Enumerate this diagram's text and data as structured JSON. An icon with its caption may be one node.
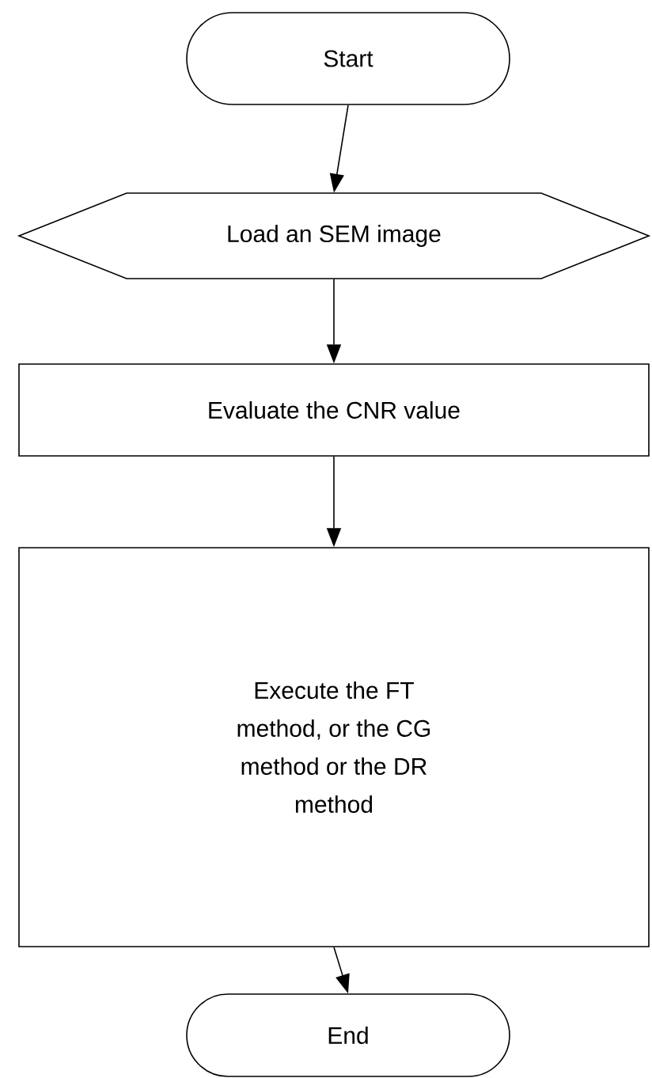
{
  "diagram": {
    "nodes": [
      {
        "text": [
          "Start"
        ]
      },
      {
        "text": [
          "Load an SEM image"
        ]
      },
      {
        "text": [
          "Evaluate the CNR value"
        ]
      },
      {
        "text": [
          "Execute the FT method, or the CG method or the DR method"
        ]
      },
      {
        "text": [
          "End"
        ]
      }
    ],
    "edges": [
      {
        "from": 0,
        "to": 1,
        "arrow": "to"
      },
      {
        "from": 1,
        "to": 2,
        "arrow": "to"
      },
      {
        "from": 2,
        "to": 3,
        "arrow": "to"
      },
      {
        "from": 3,
        "to": 4,
        "arrow": "to"
      }
    ]
  }
}
